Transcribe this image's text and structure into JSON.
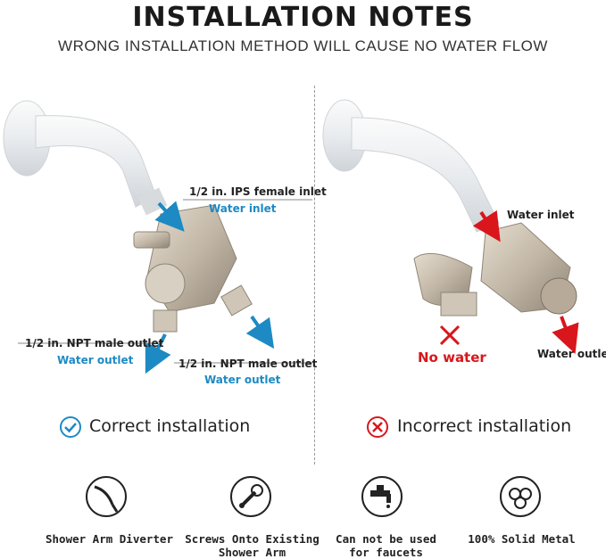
{
  "header": {
    "title": "INSTALLATION NOTES",
    "subtitle": "WRONG INSTALLATION METHOD WILL CAUSE NO WATER FLOW"
  },
  "correct": {
    "inlet_spec": "1/2 in. IPS female inlet",
    "inlet_label": "Water inlet",
    "left_outlet_spec": "1/2 in. NPT male outlet",
    "left_outlet_label": "Water outlet",
    "right_outlet_spec": "1/2 in. NPT male outlet",
    "right_outlet_label": "Water outlet",
    "status": "Correct installation",
    "status_icon": "check-circle-icon",
    "accent": "#1d8ac4"
  },
  "incorrect": {
    "inlet_label": "Water inlet",
    "no_water_label": "No water",
    "outlet_label": "Water outlet",
    "status": "Incorrect installation",
    "status_icon": "x-circle-icon",
    "accent": "#d9161c"
  },
  "features": [
    {
      "line1": "Shower Arm Diverter",
      "line2": "",
      "icon": "shower-arm-icon"
    },
    {
      "line1": "Screws Onto Existing",
      "line2": "Shower Arm",
      "icon": "wrench-icon"
    },
    {
      "line1": "Can not be used",
      "line2": "for faucets",
      "icon": "faucet-icon"
    },
    {
      "line1": "100% Solid Metal",
      "line2": "",
      "icon": "metal-bars-icon"
    }
  ]
}
